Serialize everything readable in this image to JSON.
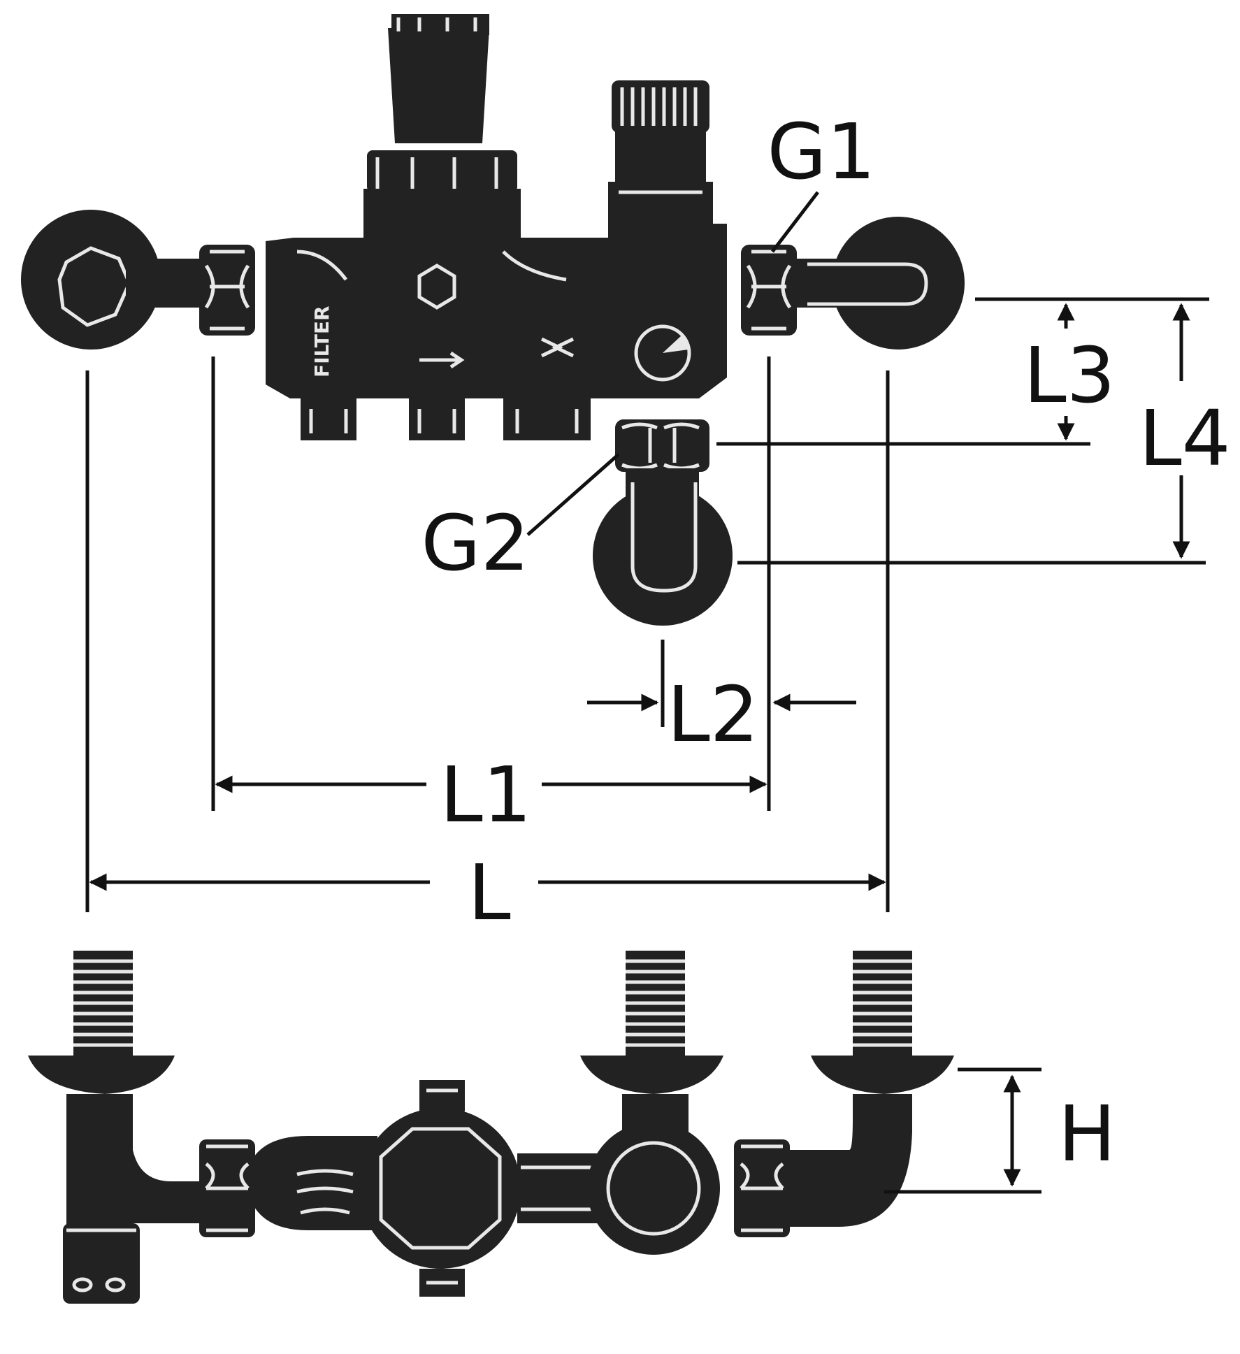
{
  "diagram": {
    "labels": {
      "g1": "G1",
      "g2": "G2",
      "l": "L",
      "l1": "L1",
      "l2": "L2",
      "l3": "L3",
      "l4": "L4",
      "h": "H",
      "filter": "FILTER"
    },
    "colors": {
      "ink": "#111111",
      "body": "#222222",
      "highlight": "#e8e8e8",
      "background": "#ffffff"
    }
  }
}
